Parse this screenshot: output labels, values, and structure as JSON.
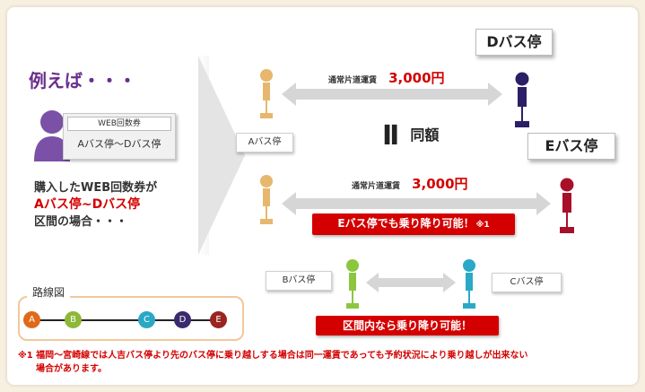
{
  "example_heading": "例えば・・・",
  "ticket": {
    "title": "WEB回数券",
    "route": "Aバス停～Dバス停"
  },
  "purchase_text": {
    "line1": "購入したWEB回数券が",
    "line2": "Aバス停~Dバス停",
    "line3": "区間の場合・・・"
  },
  "route_map": {
    "title": "路線図",
    "stops": [
      "A",
      "B",
      "C",
      "D",
      "E"
    ]
  },
  "labels": {
    "a_stop": "Aバス停",
    "d_stop": "Dバス停",
    "e_stop": "Eバス停",
    "b_stop": "Bバス停",
    "c_stop": "Cバス停"
  },
  "fares": [
    {
      "label": "通常片道運賃",
      "amount": "3,000円"
    },
    {
      "label": "通常片道運賃",
      "amount": "3,000円"
    }
  ],
  "same_fare": {
    "symbol": "II",
    "text": "同額"
  },
  "notices": {
    "e_stop": "Eバス停でも乗り降り可能！",
    "e_stop_mark": "※1",
    "within_section": "区間内なら乗り降り可能！"
  },
  "footnote": {
    "mark": "※1",
    "line1": "福岡～宮崎線では人吉バス停より先のバス停に乗り越しする場合は同一運賃であっても予約状況により乗り越しが出来ない",
    "line2": "場合があります。"
  },
  "colors": {
    "accent_purple": "#6a2f8e",
    "red": "#d40000",
    "stop_a": "#e06a1a",
    "stop_b": "#8db838",
    "stop_c": "#2aa8c4",
    "stop_d": "#3a2a6e",
    "stop_e": "#9a2420",
    "figure_a": "#e6b76d",
    "figure_d": "#2c1f66",
    "figure_e": "#a8102a",
    "figure_b": "#8cc63f",
    "figure_c": "#29a9c7"
  }
}
